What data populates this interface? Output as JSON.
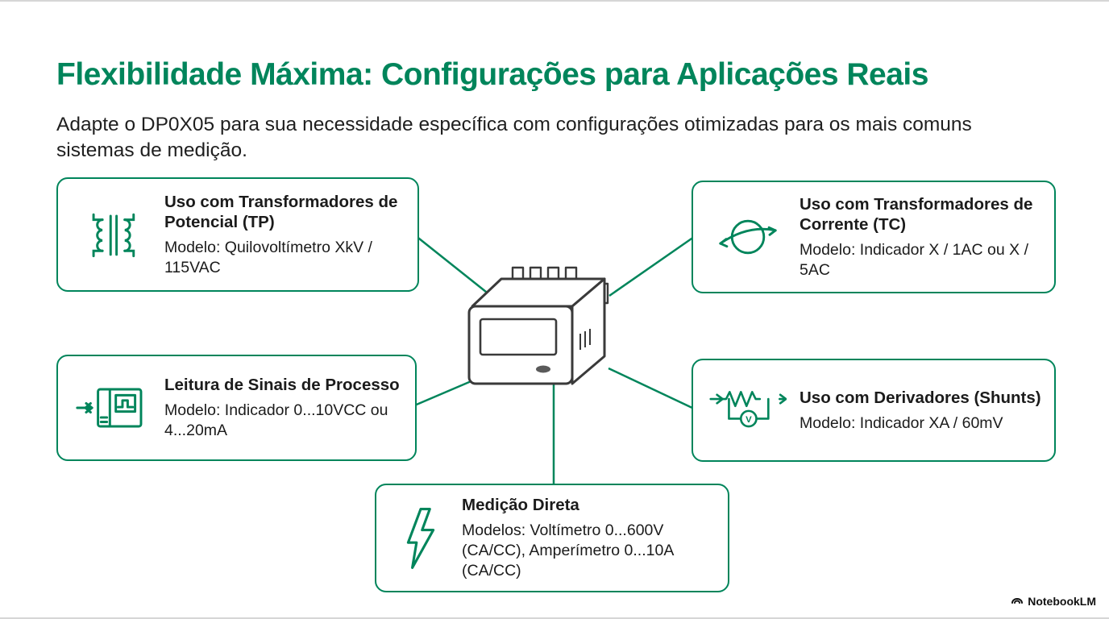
{
  "page": {
    "title": "Flexibilidade Máxima: Configurações para Aplicações Reais",
    "subtitle": "Adapte o DP0X05 para sua necessidade específica com configurações otimizadas para os mais comuns sistemas de medição.",
    "colors": {
      "accent_green": "#00855B",
      "body_text": "#1B1B1B",
      "device_outline": "#3A3A3A"
    }
  },
  "cards": [
    {
      "id": "tp",
      "icon": "transformer-icon",
      "title": "Uso com Transformadores de Potencial (TP)",
      "body": "Modelo: Quilovoltímetro XkV / 115VAC"
    },
    {
      "id": "tc",
      "icon": "current-transformer-icon",
      "title": "Uso com Transformadores de Corrente (TC)",
      "body": "Modelo: Indicador X / 1AC ou X / 5AC"
    },
    {
      "id": "process",
      "icon": "process-signal-icon",
      "title": "Leitura de Sinais de Processo",
      "body": "Modelo: Indicador 0...10VCC ou 4...20mA"
    },
    {
      "id": "shunt",
      "icon": "shunt-resistor-icon",
      "title": "Uso com Derivadores (Shunts)",
      "body": "Modelo: Indicador XA / 60mV"
    },
    {
      "id": "direct",
      "icon": "lightning-icon",
      "title": "Medição Direta",
      "body": "Modelos: Voltímetro 0...600V (CA/CC), Amperímetro 0...10A (CA/CC)"
    }
  ],
  "center": {
    "illustration": "digital-panel-meter"
  },
  "footer": {
    "brand": "NotebookLM"
  }
}
